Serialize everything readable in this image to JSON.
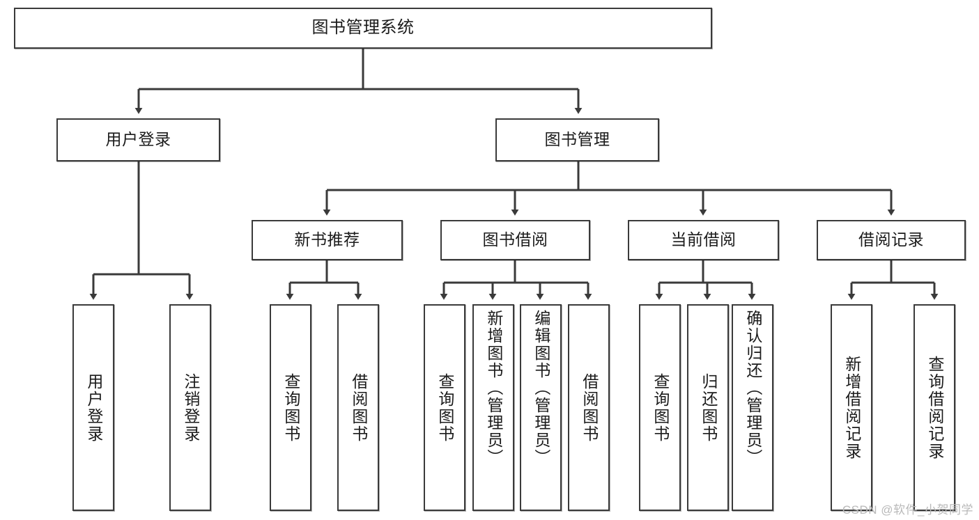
{
  "diagram": {
    "title": "图书管理系统",
    "type": "tree-hierarchy-diagram",
    "watermark": "CSDN @软件_小贺同学",
    "colors": {
      "background": "#ffffff",
      "box_border": "#3a3a3a",
      "box_fill": "#ffffff",
      "connector": "#3a3a3a",
      "text": "#1b1b1b",
      "watermark": "#b9b9b9"
    },
    "nodes": {
      "root": {
        "label": "图书管理系统"
      },
      "level2": [
        {
          "label": "用户登录"
        },
        {
          "label": "图书管理"
        }
      ],
      "level3": [
        {
          "label": "新书推荐"
        },
        {
          "label": "图书借阅"
        },
        {
          "label": "当前借阅"
        },
        {
          "label": "借阅记录"
        }
      ],
      "leaves_user_login": [
        {
          "label": "用户登录"
        },
        {
          "label": "注销登录"
        }
      ],
      "leaves_new_books": [
        {
          "label": "查询图书"
        },
        {
          "label": "借阅图书"
        }
      ],
      "leaves_borrow": [
        {
          "label": "查询图书"
        },
        {
          "label": "新增图书（管理员）"
        },
        {
          "label": "编辑图书（管理员）"
        },
        {
          "label": "借阅图书"
        }
      ],
      "leaves_current": [
        {
          "label": "查询图书"
        },
        {
          "label": "归还图书"
        },
        {
          "label": "确认归还（管理员）"
        }
      ],
      "leaves_records": [
        {
          "label": "新增借阅记录"
        },
        {
          "label": "查询借阅记录"
        }
      ]
    }
  }
}
